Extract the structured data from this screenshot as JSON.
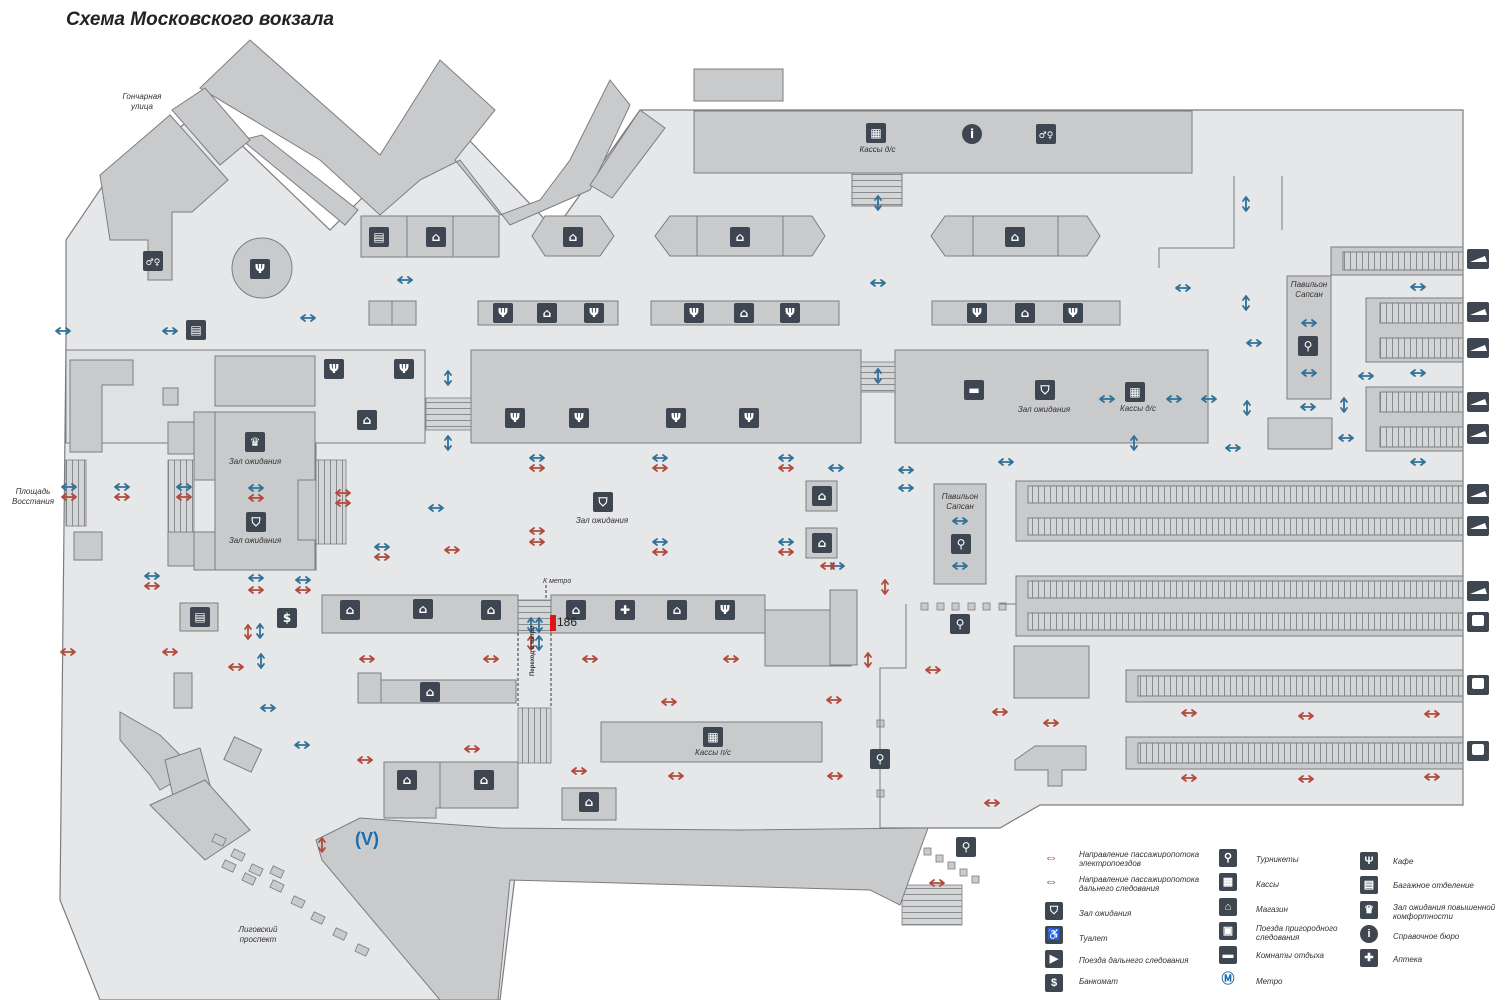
{
  "title": "Схема Московского вокзала",
  "streets": {
    "goncharnaya": [
      "Гончарная",
      "улица"
    ],
    "vosstania": [
      "Площадь",
      "Восстания"
    ],
    "ligovsky": [
      "Лиговский",
      "проспект"
    ]
  },
  "map_labels": {
    "kassy_ds_top": "Кассы д/с",
    "zal_left_1": "Зал ожидания",
    "zal_left_2": "Зал ожидания",
    "zal_center": "Зал ожидания",
    "zal_right": "Зал ожидания",
    "kassy_ds_right": "Кассы д/с",
    "pavilion_sapsan_1": [
      "Павильон",
      "Сапсан"
    ],
    "pavilion_sapsan_2": [
      "Павильон",
      "Сапсан"
    ],
    "k_metro": "К метро",
    "perehod": "Переход в метро",
    "kassy_ps": "Кассы п/с",
    "marker": "186",
    "metro_logo": "(V)"
  },
  "colors": {
    "building": "#c9cacc",
    "building_stroke": "#7c7d80",
    "floor": "#e6e7e9",
    "icon": "#3e4751",
    "arrow_suburban": "#b24a3c",
    "arrow_long": "#2f7198",
    "marker": "#e0131a"
  },
  "legend": {
    "col1": [
      {
        "icon": "arrow-red",
        "text": [
          "Направление пассажиропотока",
          "электропоездов"
        ]
      },
      {
        "icon": "arrow-blue",
        "text": [
          "Направление пассажиропотока",
          "дальнего следования"
        ]
      },
      {
        "icon": "waiting-hall-icon",
        "text": [
          "Зал ожидания"
        ]
      },
      {
        "icon": "toilet-icon",
        "text": [
          "Туалет"
        ]
      },
      {
        "icon": "long-distance-train-icon",
        "text": [
          "Поезда дальнего следования"
        ]
      },
      {
        "icon": "atm-icon",
        "text": [
          "Банкомат"
        ]
      }
    ],
    "col2": [
      {
        "icon": "turnstile-icon",
        "text": [
          "Турникеты"
        ]
      },
      {
        "icon": "ticket-office-icon",
        "text": [
          "Кассы"
        ]
      },
      {
        "icon": "shop-icon",
        "text": [
          "Магазин"
        ]
      },
      {
        "icon": "suburban-train-icon",
        "text": [
          "Поезда пригородного",
          "следования"
        ]
      },
      {
        "icon": "rest-rooms-icon",
        "text": [
          "Комнаты отдыха"
        ]
      },
      {
        "icon": "metro-icon",
        "text": [
          "Метро"
        ]
      }
    ],
    "col3": [
      {
        "icon": "cafe-icon",
        "text": [
          "Кафе"
        ]
      },
      {
        "icon": "luggage-icon",
        "text": [
          "Багажное отделение"
        ]
      },
      {
        "icon": "comfort-lounge-icon",
        "text": [
          "Зал ожидания повышенной",
          "комфортности"
        ]
      },
      {
        "icon": "info-icon",
        "text": [
          "Справочное бюро"
        ]
      },
      {
        "icon": "pharmacy-icon",
        "text": [
          "Аптека"
        ]
      }
    ]
  }
}
